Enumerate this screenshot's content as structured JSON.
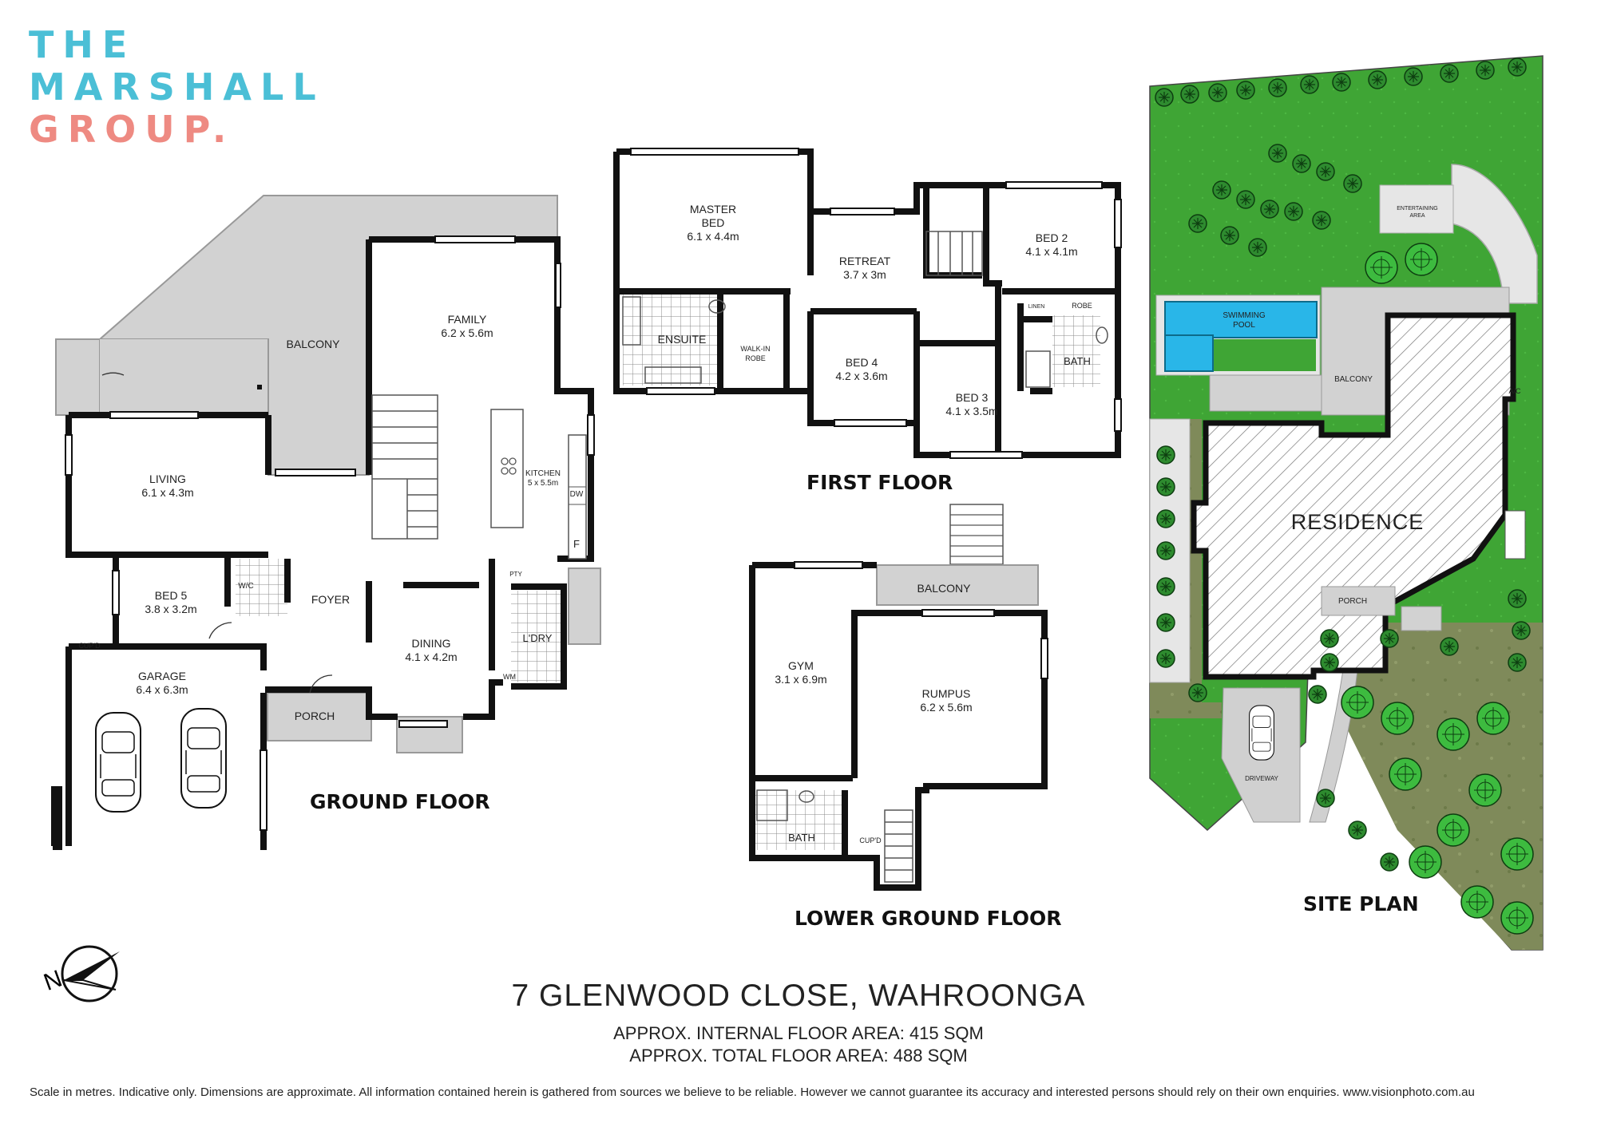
{
  "brand": {
    "line1": "THE",
    "line2": "MARSHALL",
    "line3": "GROUP."
  },
  "floor_labels": {
    "ground": "GROUND FLOOR",
    "first": "FIRST FLOOR",
    "lower": "LOWER GROUND FLOOR",
    "site": "SITE PLAN"
  },
  "ground_rooms": {
    "balcony": "BALCONY",
    "family": {
      "name": "FAMILY",
      "dim": "6.2 x 5.6m"
    },
    "living": {
      "name": "LIVING",
      "dim": "6.1 x 4.3m"
    },
    "kitchen": {
      "name": "KITCHEN",
      "dim": "5 x 5.5m"
    },
    "bed5": {
      "name": "BED 5",
      "dim": "3.8 x 3.2m"
    },
    "wc": "W/C",
    "foyer": "FOYER",
    "dining": {
      "name": "DINING",
      "dim": "4.1 x 4.2m"
    },
    "laundry": "L'DRY",
    "garage": {
      "name": "GARAGE",
      "dim": "6.4 x 6.3m"
    },
    "porch": "PORCH",
    "cupd": "CUP'D",
    "dw": "DW",
    "f": "F",
    "wm": "WM",
    "pty": "PTY"
  },
  "first_rooms": {
    "master": {
      "name1": "MASTER",
      "name2": "BED",
      "dim": "6.1 x 4.4m"
    },
    "retreat": {
      "name": "RETREAT",
      "dim": "3.7 x 3m"
    },
    "bed2": {
      "name": "BED 2",
      "dim": "4.1 x 4.1m"
    },
    "ensuite": "ENSUITE",
    "walkin1": "WALK-IN",
    "walkin2": "ROBE",
    "bed4": {
      "name": "BED 4",
      "dim": "4.2 x 3.6m"
    },
    "bed3": {
      "name": "BED 3",
      "dim": "4.1 x 3.5m"
    },
    "bath": "BATH",
    "robe": "ROBE",
    "linen": "LINEN"
  },
  "lower_rooms": {
    "balcony": "BALCONY",
    "gym": {
      "name": "GYM",
      "dim": "3.1 x 6.9m"
    },
    "rumpus": {
      "name": "RUMPUS",
      "dim": "6.2 x 5.6m"
    },
    "bath": "BATH",
    "cupd": "CUP'D"
  },
  "site": {
    "residence": "RESIDENCE",
    "pool1": "SWIMMING",
    "pool2": "POOL",
    "balcony": "BALCONY",
    "porch": "PORCH",
    "driveway": "DRIVEWAY",
    "ent1": "ENTERTAINING",
    "ent2": "AREA",
    "ac": "A/C"
  },
  "compass_letter": "N",
  "address": "7 GLENWOOD CLOSE, WAHROONGA",
  "internal_area": "APPROX. INTERNAL FLOOR AREA: 415 SQM",
  "total_area": "APPROX. TOTAL FLOOR AREA: 488 SQM",
  "disclaimer": "Scale in metres. Indicative only. Dimensions are approximate. All information contained herein is gathered from sources we believe to be reliable. However we cannot guarantee its accuracy and interested persons should rely on their own enquiries.    www.visionphoto.com.au",
  "colors": {
    "logo_blue": "#4bbfd6",
    "logo_pink": "#ee8a82",
    "wall": "#111111",
    "balcony_fill": "#d2d2d2",
    "lawn": "#3fa535",
    "pool": "#29b6e8"
  }
}
